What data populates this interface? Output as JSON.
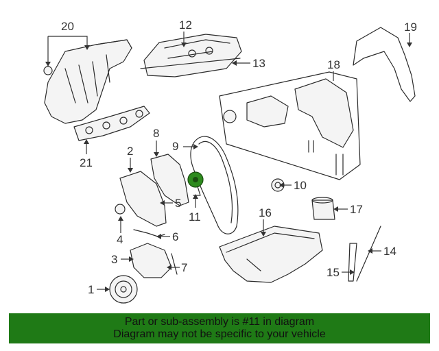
{
  "callouts": [
    {
      "id": "c1",
      "label": "1"
    },
    {
      "id": "c2",
      "label": "2"
    },
    {
      "id": "c3",
      "label": "3"
    },
    {
      "id": "c4",
      "label": "4"
    },
    {
      "id": "c5",
      "label": "5"
    },
    {
      "id": "c6",
      "label": "6"
    },
    {
      "id": "c7",
      "label": "7"
    },
    {
      "id": "c8",
      "label": "8"
    },
    {
      "id": "c9",
      "label": "9"
    },
    {
      "id": "c10",
      "label": "10"
    },
    {
      "id": "c11",
      "label": "11"
    },
    {
      "id": "c12",
      "label": "12"
    },
    {
      "id": "c13",
      "label": "13"
    },
    {
      "id": "c14",
      "label": "14"
    },
    {
      "id": "c15",
      "label": "15"
    },
    {
      "id": "c16",
      "label": "16"
    },
    {
      "id": "c17",
      "label": "17"
    },
    {
      "id": "c18",
      "label": "18"
    },
    {
      "id": "c19",
      "label": "19"
    },
    {
      "id": "c20",
      "label": "20"
    },
    {
      "id": "c21",
      "label": "21"
    }
  ],
  "highlight": {
    "part": "11",
    "color": "#2e8b1e"
  },
  "banner": {
    "line1": "Part or sub-assembly is #11 in diagram",
    "line2": "Diagram may not be specific to your vehicle",
    "bg": "#1f7a16"
  }
}
